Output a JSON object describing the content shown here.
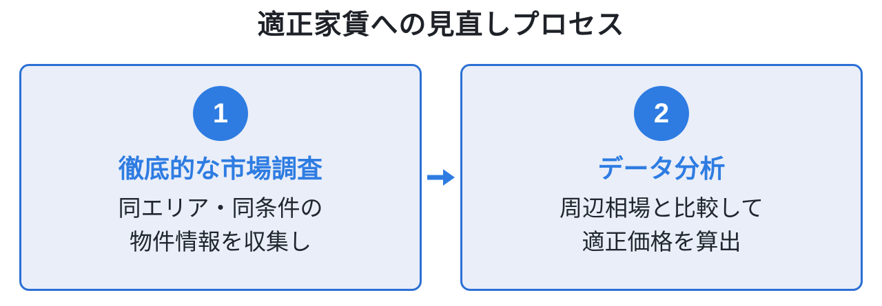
{
  "title": "適正家賃への見直しプロセス",
  "colors": {
    "accent": "#2e7ce2",
    "card_border": "#2b6fd4",
    "card_bg": "#e9eef8",
    "title_text": "#1e2228",
    "body_text": "#20262e"
  },
  "connector": {
    "icon": "arrow-right-icon",
    "direction": "right"
  },
  "steps": [
    {
      "number": "1",
      "heading": "徹底的な市場調査",
      "body_line1": "同エリア・同条件の",
      "body_line2": "物件情報を収集し"
    },
    {
      "number": "2",
      "heading": "データ分析",
      "body_line1": "周辺相場と比較して",
      "body_line2": "適正価格を算出"
    }
  ]
}
